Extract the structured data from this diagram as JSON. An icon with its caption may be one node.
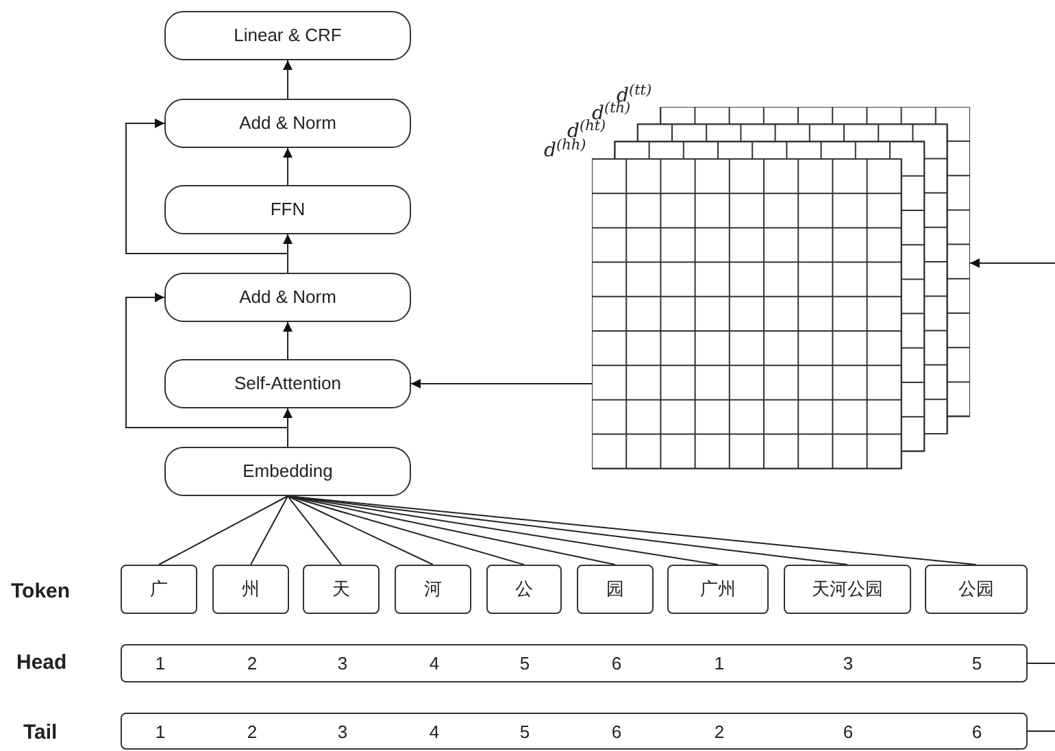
{
  "diagram": {
    "nodes": [
      {
        "text": [
          "Linear & CRF"
        ]
      },
      {
        "text": [
          "Add & Norm"
        ]
      },
      {
        "text": [
          "FFN"
        ]
      },
      {
        "text": [
          "Add & Norm"
        ]
      },
      {
        "text": [
          "Self-Attention"
        ]
      },
      {
        "text": [
          "Embedding"
        ]
      },
      {
        "text": [],
        "shape": "grid"
      },
      {
        "text": [
          "广"
        ]
      },
      {
        "text": [
          "州"
        ]
      },
      {
        "text": [
          "天"
        ]
      },
      {
        "text": [
          "河"
        ]
      },
      {
        "text": [
          "公"
        ]
      },
      {
        "text": [
          "园"
        ]
      },
      {
        "text": [
          "广州"
        ]
      },
      {
        "text": [
          "天河公园"
        ]
      },
      {
        "text": [
          "公园"
        ]
      },
      {
        "text": [
          "1",
          "2",
          "3",
          "4",
          "5",
          "6",
          "1",
          "3",
          "5"
        ]
      },
      {
        "text": [
          "1",
          "2",
          "3",
          "4",
          "5",
          "6",
          "2",
          "6",
          "6"
        ]
      }
    ],
    "edges": [
      {
        "from": 1,
        "to": 0,
        "arrow": "to"
      },
      {
        "from": 2,
        "to": 1,
        "arrow": "to"
      },
      {
        "from": 3,
        "to": 2,
        "arrow": "to"
      },
      {
        "from": 4,
        "to": 3,
        "arrow": "to"
      },
      {
        "from": 5,
        "to": 4,
        "arrow": "to"
      },
      {
        "from": 3,
        "to": 1,
        "arrow": "to"
      },
      {
        "from": 5,
        "to": 3,
        "arrow": "to"
      },
      {
        "from": 6,
        "to": 4,
        "arrow": "to"
      },
      {
        "from": null,
        "to": 6,
        "arrow": "to"
      },
      {
        "from": 5,
        "to": 7,
        "arrow": "none"
      },
      {
        "from": 5,
        "to": 8,
        "arrow": "none"
      },
      {
        "from": 5,
        "to": 9,
        "arrow": "none"
      },
      {
        "from": 5,
        "to": 10,
        "arrow": "none"
      },
      {
        "from": 5,
        "to": 11,
        "arrow": "none"
      },
      {
        "from": 5,
        "to": 12,
        "arrow": "none"
      },
      {
        "from": 5,
        "to": 13,
        "arrow": "none"
      },
      {
        "from": 5,
        "to": 14,
        "arrow": "none"
      },
      {
        "from": 5,
        "to": 15,
        "arrow": "none"
      },
      {
        "from": 16,
        "to": null,
        "arrow": "none"
      },
      {
        "from": 17,
        "to": null,
        "arrow": "none"
      }
    ],
    "labels": [
      "d$^{(tt)}$",
      "d$^{(th)}$",
      "d$^{(ht)}$",
      "d$^{(hh)}$",
      "Token",
      "Head",
      "Tail"
    ]
  }
}
